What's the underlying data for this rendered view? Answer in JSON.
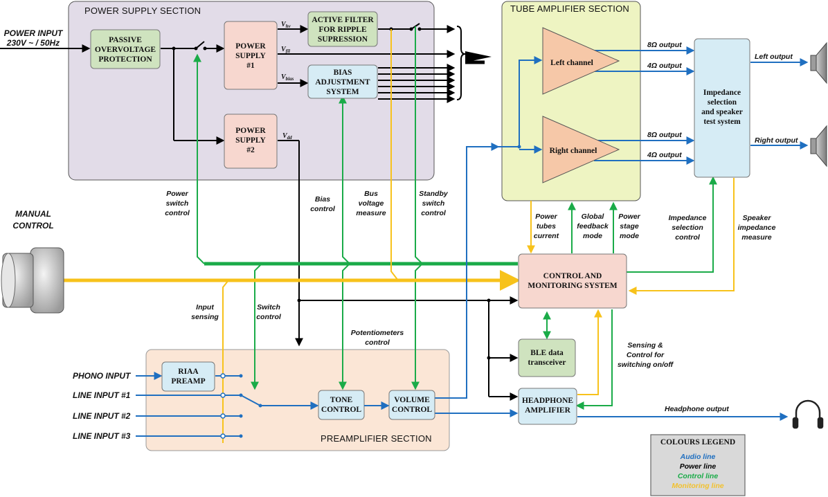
{
  "sections": {
    "power_supply": "POWER SUPPLY SECTION",
    "tube_amplifier": "TUBE AMPLIFIER SECTION",
    "preamplifier": "PREAMPLIFIER SECTION"
  },
  "blocks": {
    "passive_overvoltage": [
      "PASSIVE",
      "OVERVOLTAGE",
      "PROTECTION"
    ],
    "power_supply_1": [
      "POWER",
      "SUPPLY",
      "#1"
    ],
    "power_supply_2": [
      "POWER",
      "SUPPLY",
      "#2"
    ],
    "active_filter": [
      "ACTIVE FILTER",
      "FOR RIPPLE",
      "SUPRESSION"
    ],
    "bias_adjustment": [
      "BIAS",
      "ADJUSTMENT",
      "SYSTEM"
    ],
    "left_channel": "Left channel",
    "right_channel": "Right channel",
    "impedance_selection": [
      "Impedance",
      "selection",
      "and speaker",
      "test system"
    ],
    "control_monitoring": [
      "CONTROL AND",
      "MONITORING SYSTEM"
    ],
    "ble_transceiver": [
      "BLE data",
      "transceiver"
    ],
    "headphone_amplifier": [
      "HEADPHONE",
      "AMPLIFIER"
    ],
    "riaa_preamp": [
      "RIAA",
      "PREAMP"
    ],
    "tone_control": [
      "TONE",
      "CONTROL"
    ],
    "volume_control": [
      "VOLUME",
      "CONTROL"
    ]
  },
  "inputs": {
    "power_input": [
      "POWER INPUT",
      "230V ~ / 50Hz"
    ],
    "phono": "PHONO INPUT",
    "line1": "LINE INPUT #1",
    "line2": "LINE INPUT #2",
    "line3": "LINE INPUT #3",
    "manual_control": [
      "MANUAL",
      "CONTROL"
    ]
  },
  "signals": {
    "vhv": [
      "V",
      "hv"
    ],
    "vfil": [
      "V",
      "fil"
    ],
    "vbias": [
      "V",
      "bias"
    ],
    "vdd": [
      "V",
      "dd"
    ]
  },
  "labels": {
    "power_switch_control": [
      "Power",
      "switch",
      "control"
    ],
    "bias_control": [
      "Bias",
      "control"
    ],
    "bus_voltage_measure": [
      "Bus",
      "voltage",
      "measure"
    ],
    "standby_switch_control": [
      "Standby",
      "switch",
      "control"
    ],
    "input_sensing": [
      "Input",
      "sensing"
    ],
    "switch_control": [
      "Switch",
      "control"
    ],
    "potentiometers_control": [
      "Potentiometers",
      "control"
    ],
    "power_tubes_current": [
      "Power",
      "tubes",
      "current"
    ],
    "global_feedback_mode": [
      "Global",
      "feedback",
      "mode"
    ],
    "power_stage_mode": [
      "Power",
      "stage",
      "mode"
    ],
    "impedance_selection_control": [
      "Impedance",
      "selection",
      "control"
    ],
    "speaker_impedance_measure": [
      "Speaker",
      "impedance",
      "measure"
    ],
    "sensing_control": [
      "Sensing &",
      "Control for",
      "switching on/off"
    ],
    "out_8_left": "8Ω output",
    "out_4_left": "4Ω output",
    "out_8_right": "8Ω output",
    "out_4_right": "4Ω output",
    "left_output": "Left output",
    "right_output": "Right output",
    "headphone_output": "Headphone output"
  },
  "legend": {
    "title": "COLOURS LEGEND",
    "items": [
      {
        "label": "Audio line",
        "color": "#1f6fc0"
      },
      {
        "label": "Power line",
        "color": "#000000"
      },
      {
        "label": "Control line",
        "color": "#1aab48"
      },
      {
        "label": "Monitoring line",
        "color": "#f2c12e"
      }
    ]
  },
  "colors": {
    "audio": "#1f6fc0",
    "power": "#000000",
    "control": "#1aab48",
    "monitoring": "#f7c21b",
    "power_section_bg": "#e2dce8",
    "tube_section_bg": "#eef4c2",
    "preamp_section_bg": "#fbe6d6"
  }
}
